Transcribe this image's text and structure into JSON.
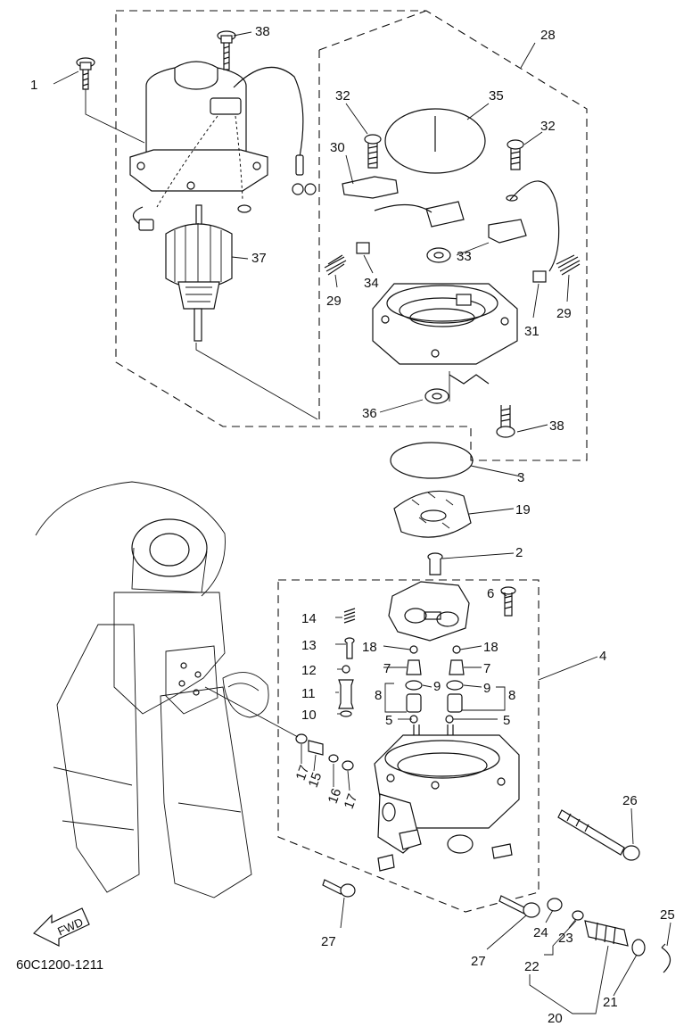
{
  "diagram": {
    "code": "60C1200-1211",
    "fwd_label": "FWD",
    "callouts": {
      "c1": "1",
      "c2": "2",
      "c3": "3",
      "c4": "4",
      "c5a": "5",
      "c5b": "5",
      "c6": "6",
      "c7a": "7",
      "c7b": "7",
      "c8a": "8",
      "c8b": "8",
      "c9a": "9",
      "c9b": "9",
      "c10": "10",
      "c11": "11",
      "c12": "12",
      "c13": "13",
      "c14": "14",
      "c15": "15",
      "c16": "16",
      "c17a": "17",
      "c17b": "17",
      "c18a": "18",
      "c18b": "18",
      "c19": "19",
      "c20": "20",
      "c21": "21",
      "c22": "22",
      "c23": "23",
      "c24": "24",
      "c25": "25",
      "c26": "26",
      "c27a": "27",
      "c27b": "27",
      "c28": "28",
      "c29a": "29",
      "c29b": "29",
      "c30": "30",
      "c31": "31",
      "c32a": "32",
      "c32b": "32",
      "c33": "33",
      "c34": "34",
      "c35": "35",
      "c36": "36",
      "c37": "37",
      "c38a": "38",
      "c38b": "38"
    }
  }
}
